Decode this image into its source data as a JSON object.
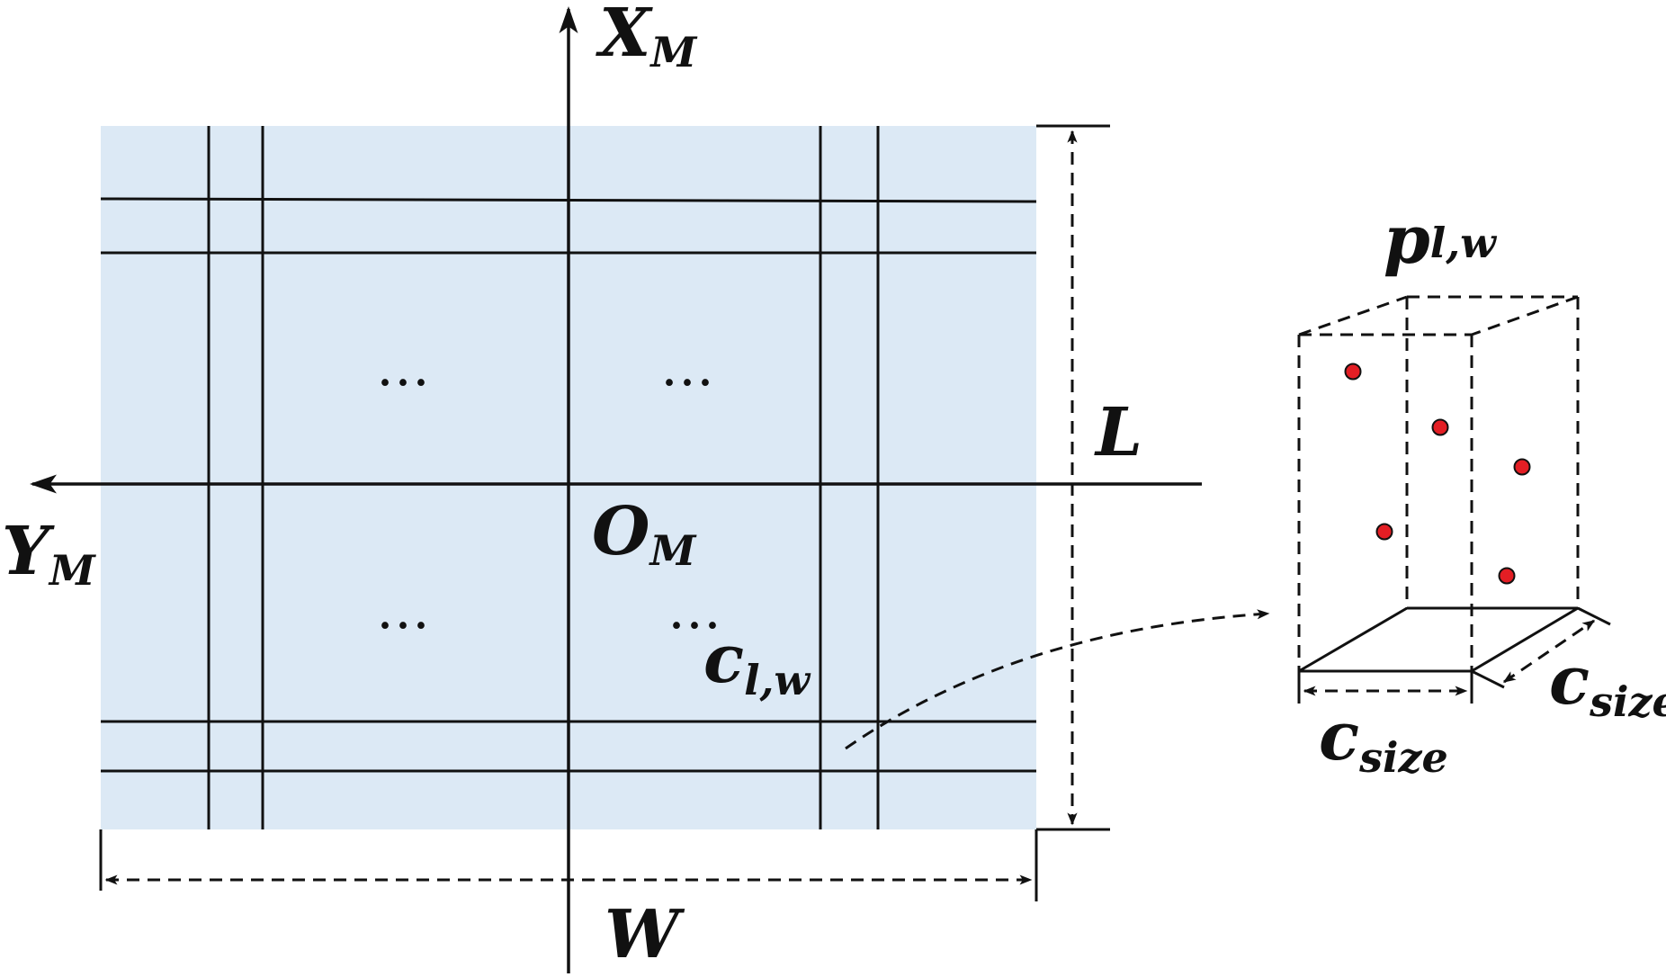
{
  "labels": {
    "x_axis": {
      "main": "X",
      "sub": "M"
    },
    "y_axis": {
      "main": "Y",
      "sub": "M"
    },
    "origin": {
      "main": "O",
      "sub": "M"
    },
    "length": "L",
    "width": "W",
    "cell": {
      "main": "c",
      "sub": "l,w"
    },
    "point_set": {
      "main": "p",
      "sub": "l,w"
    },
    "cell_size_front": {
      "main": "c",
      "sub": "size"
    },
    "cell_size_side": {
      "main": "c",
      "sub": "size"
    },
    "ellipsis": "…"
  },
  "colors": {
    "grid_fill": "#dce9f5",
    "line": "#111111",
    "point": "#e31e24"
  }
}
